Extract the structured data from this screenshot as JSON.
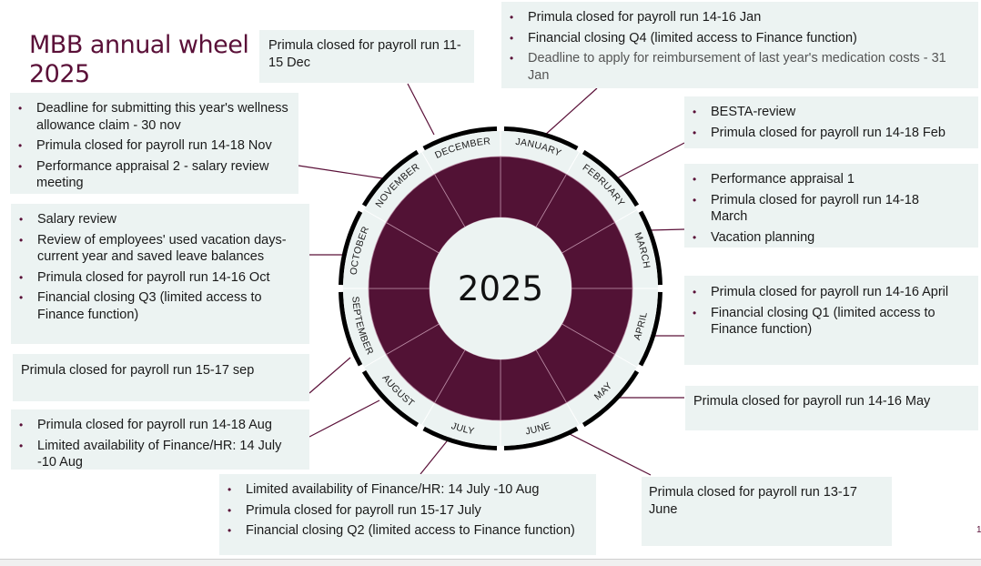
{
  "title": {
    "line1": "MBB annual wheel",
    "line2": "2025"
  },
  "wheel": {
    "center_label": "2025",
    "months": [
      "JANUARY",
      "FEBRUARY",
      "MARCH",
      "APRIL",
      "MAY",
      "JUNE",
      "JULY",
      "AUGUST",
      "SEPTEMBER",
      "OCTOBER",
      "NOVEMBER",
      "DECEMBER"
    ],
    "colors": {
      "ring": "#521235",
      "band": "#ecf3f2",
      "outline": "#000000",
      "connector": "#5a1038"
    }
  },
  "callouts": {
    "january": [
      "Primula closed for payroll run 14-16 Jan",
      "Financial closing Q4 (limited access to Finance function)",
      "Deadline to apply for reimbursement of last year's medication costs - 31 Jan"
    ],
    "february": [
      "BESTA-review",
      "Primula closed for payroll run 14-18 Feb"
    ],
    "march": [
      "Performance appraisal 1",
      "Primula closed for payroll run 14-18 March",
      "Vacation planning"
    ],
    "april": [
      "Primula closed for payroll run 14-16 April",
      "Financial closing Q1 (limited access to Finance function)"
    ],
    "may": "Primula closed for payroll run 14-16 May",
    "june": "Primula closed for payroll run 13-17 June",
    "july": [
      "Limited availability of Finance/HR: 14 July -10 Aug",
      "Primula closed for payroll run 15-17 July",
      "Financial closing Q2 (limited access to Finance function)"
    ],
    "august": [
      "Primula closed for payroll run 14-18 Aug",
      "Limited availability of Finance/HR: 14 July -10 Aug"
    ],
    "september": "Primula closed for payroll run 15-17 sep",
    "october": [
      "Salary review",
      "Review of employees' used vacation days-current year and saved leave balances",
      "Primula closed for payroll run 14-16 Oct",
      "Financial closing Q3 (limited access to Finance function)"
    ],
    "november": [
      "Deadline for submitting this year's wellness allowance claim - 30 nov",
      "Primula closed for payroll run 14-18 Nov",
      "Performance appraisal 2 - salary review meeting"
    ],
    "december": "Primula closed for payroll run 11-15 Dec"
  },
  "page_number": "1"
}
